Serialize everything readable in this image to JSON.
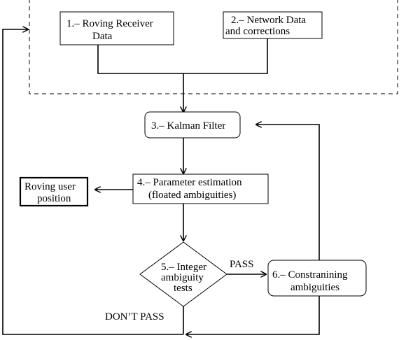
{
  "nodes": {
    "n1": {
      "lines": [
        "1.– Roving Receiver",
        "Data"
      ]
    },
    "n2": {
      "lines": [
        "2.– Network Data",
        "and corrections"
      ]
    },
    "n3": {
      "lines": [
        "3.– Kalman Filter"
      ]
    },
    "n4": {
      "lines": [
        "4.– Parameter estimation",
        "(floated ambiguities)"
      ]
    },
    "n5": {
      "lines": [
        "5.– Integer",
        "ambiguity",
        "tests"
      ]
    },
    "n6": {
      "lines": [
        "6.– Constranining",
        "ambiguities"
      ]
    },
    "out": {
      "lines": [
        "Roving user",
        "position"
      ]
    }
  },
  "edge_labels": {
    "pass": "PASS",
    "dont_pass": "DON’T PASS"
  }
}
